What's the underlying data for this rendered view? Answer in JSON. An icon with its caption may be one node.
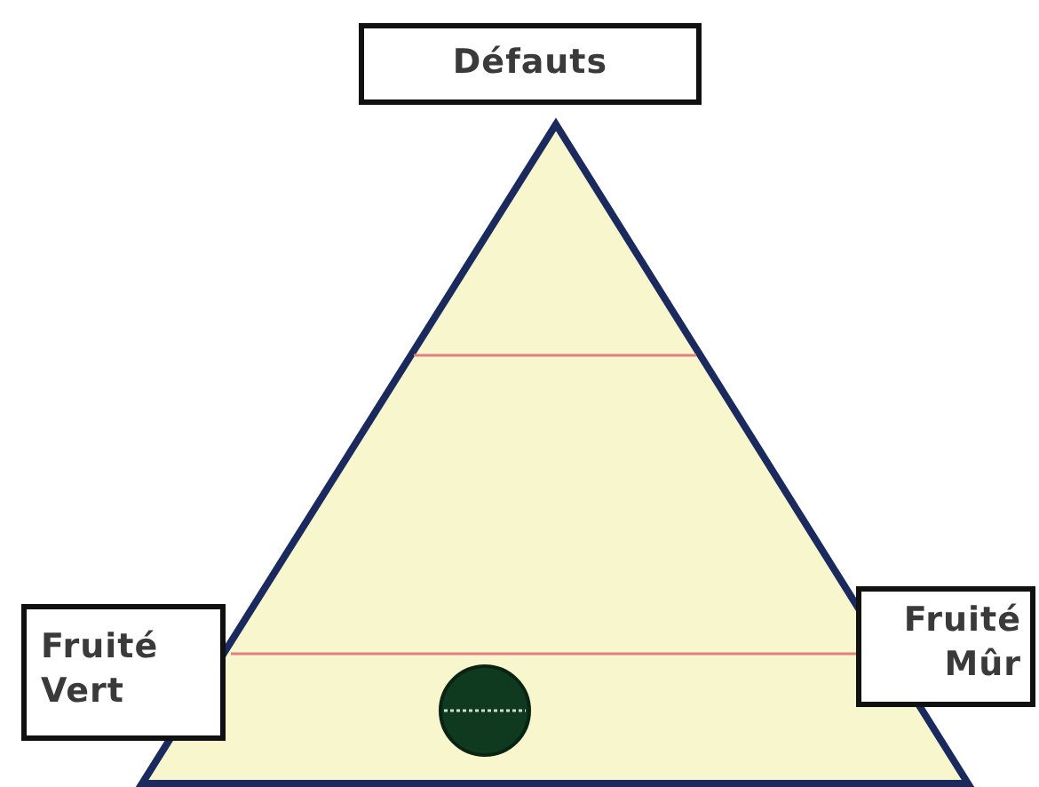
{
  "diagram": {
    "nodes": [
      {
        "text": [
          "Défauts"
        ]
      },
      {
        "text": [
          "Fruité Vert"
        ]
      },
      {
        "text": [
          "Fruité Mûr"
        ]
      }
    ]
  }
}
